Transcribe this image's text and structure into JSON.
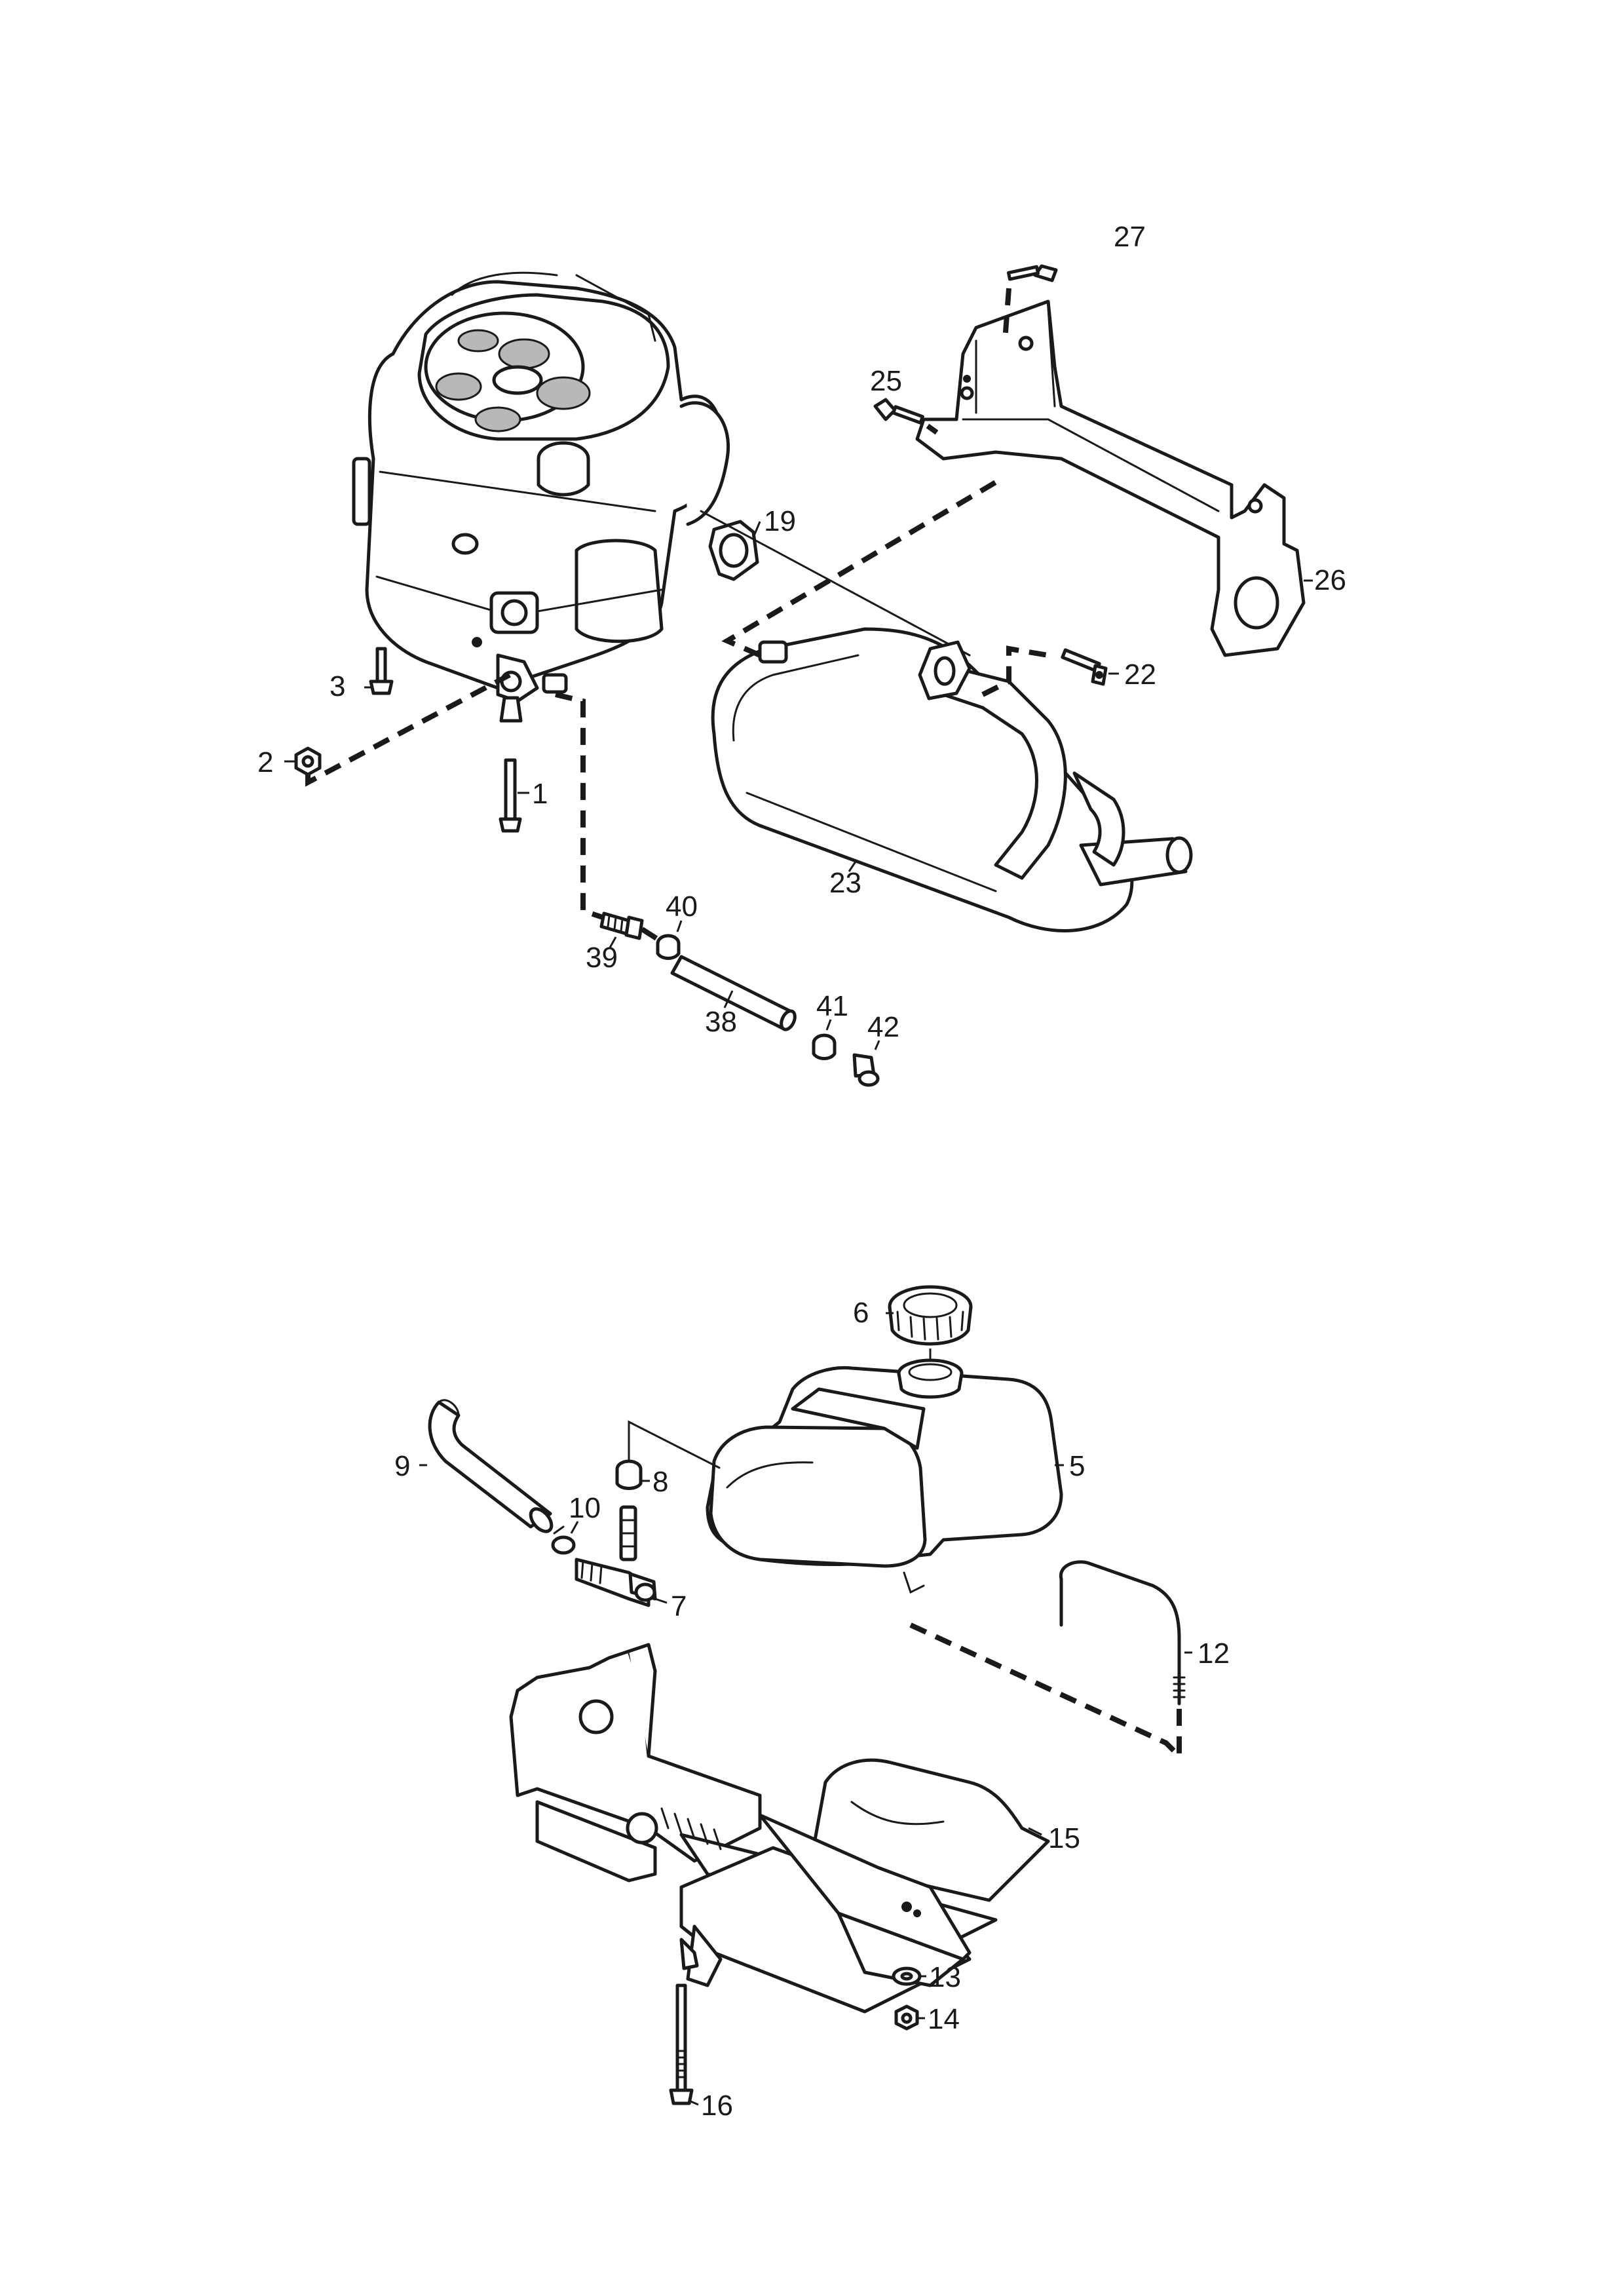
{
  "callouts": {
    "c1": "1",
    "c2": "2",
    "c3": "3",
    "c5": "5",
    "c6": "6",
    "c7": "7",
    "c8": "8",
    "c9": "9",
    "c10": "10",
    "c12": "12",
    "c13": "13",
    "c14": "14",
    "c15": "15",
    "c16": "16",
    "c19": "19",
    "c22": "22",
    "c23": "23",
    "c25": "25",
    "c26": "26",
    "c27": "27",
    "c38": "38",
    "c39": "39",
    "c40": "40",
    "c41": "41",
    "c42": "42"
  },
  "colors": {
    "line": "#1a1a1a",
    "background": "#ffffff",
    "shade": "#b8b8b8"
  }
}
